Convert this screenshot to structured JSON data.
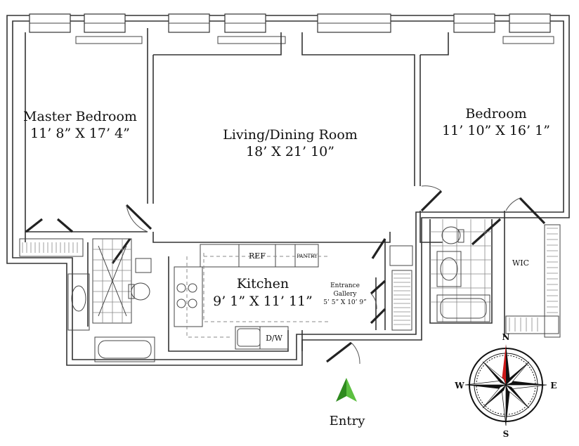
{
  "rooms": {
    "master_bedroom": {
      "name": "Master Bedroom",
      "dims": "11’ 8” X 17’ 4”"
    },
    "living_dining": {
      "name": "Living/Dining Room",
      "dims": "18’ X 21’ 10”"
    },
    "bedroom": {
      "name": "Bedroom",
      "dims": "11’ 10” X 16’ 1”"
    },
    "kitchen": {
      "name": "Kitchen",
      "dims": "9’ 1” X 11’ 11”"
    },
    "entrance_gallery": {
      "name_line1": "Entrance",
      "name_line2": "Gallery",
      "dims": "5’ 5” X 10’ 9”"
    }
  },
  "fixtures": {
    "ref": "REF",
    "pantry": "PANTRY",
    "dishwasher": "D/W",
    "wic": "WIC"
  },
  "compass": {
    "n": "N",
    "s": "S",
    "e": "E",
    "w": "W"
  },
  "entry": {
    "label": "Entry",
    "arrow_color": "#3a9a2a"
  },
  "colors": {
    "compass_north_needle": "#cc1a1a",
    "wall": "#333333"
  }
}
